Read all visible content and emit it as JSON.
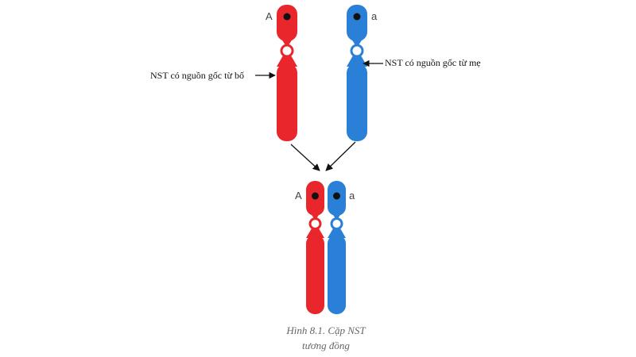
{
  "colors": {
    "paternal": "#e8262b",
    "maternal": "#2a7fd6",
    "centromere_dot": "#111111",
    "arrow": "#111111"
  },
  "labels": {
    "allele_paternal": "A",
    "allele_maternal": "a",
    "paternal_origin": "NST có nguồn gốc từ bố",
    "maternal_origin": "NST có nguồn gốc từ mẹ"
  },
  "caption": {
    "line1": "Hình 8.1. Cặp NST",
    "line2": "tương đồng"
  }
}
